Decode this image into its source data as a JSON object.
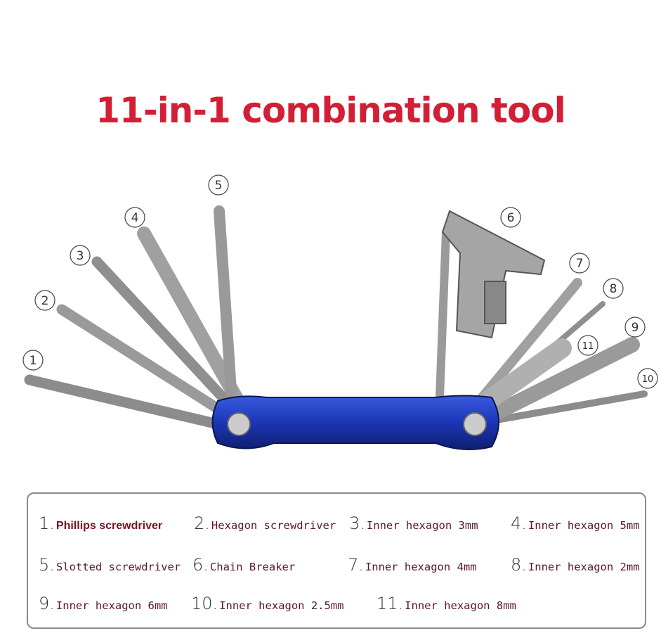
{
  "title": "11-in-1 combination tool",
  "colors": {
    "title": "#d21f36",
    "body": "#1f3fbf",
    "legend_text": "#5b1626"
  },
  "callouts": [
    "1",
    "2",
    "3",
    "4",
    "5",
    "6",
    "7",
    "8",
    "9",
    "10",
    "11"
  ],
  "legend": [
    {
      "num": "1.",
      "label": "Phillips screwdriver"
    },
    {
      "num": "2.",
      "label": "Hexagon screwdriver"
    },
    {
      "num": "3.",
      "label": "Inner hexagon 3mm"
    },
    {
      "num": "4.",
      "label": "Inner hexagon 5mm"
    },
    {
      "num": "5.",
      "label": "Slotted screwdriver"
    },
    {
      "num": "6.",
      "label": "Chain Breaker"
    },
    {
      "num": "7.",
      "label": "Inner hexagon 4mm"
    },
    {
      "num": "8.",
      "label": "Inner hexagon 2mm"
    },
    {
      "num": "9.",
      "label": "Inner hexagon 6mm"
    },
    {
      "num": "10.",
      "label": "Inner hexagon 2.5mm"
    },
    {
      "num": "11.",
      "label": "Inner hexagon 8mm"
    }
  ]
}
